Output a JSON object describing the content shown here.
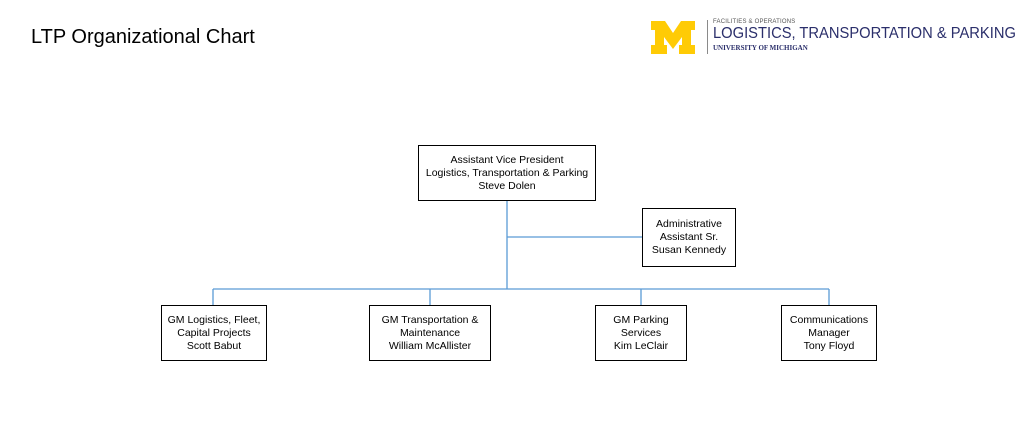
{
  "page": {
    "title": "LTP Organizational Chart"
  },
  "logo": {
    "letter": "M",
    "small": "FACILITIES & OPERATIONS",
    "main": "LOGISTICS, TRANSPORTATION & PARKING",
    "sub": "UNIVERSITY OF MICHIGAN"
  },
  "colors": {
    "connector": "#5b9bd5",
    "box_border": "#000000",
    "maize": "#ffcb05",
    "blue": "#2b2f6b"
  },
  "nodes": {
    "avp": {
      "line1": "Assistant Vice President",
      "line2": "Logistics, Transportation & Parking",
      "line3": "Steve Dolen"
    },
    "admin": {
      "line1": "Administrative",
      "line2": "Assistant Sr.",
      "line3": "Susan Kennedy"
    },
    "gm_logistics": {
      "line1": "GM Logistics, Fleet,",
      "line2": "Capital Projects",
      "line3": "Scott Babut"
    },
    "gm_transport": {
      "line1": "GM Transportation &",
      "line2": "Maintenance",
      "line3": "William McAllister"
    },
    "gm_parking": {
      "line1": "GM Parking",
      "line2": "Services",
      "line3": "Kim LeClair"
    },
    "comms": {
      "line1": "Communications",
      "line2": "Manager",
      "line3": "Tony Floyd"
    }
  }
}
